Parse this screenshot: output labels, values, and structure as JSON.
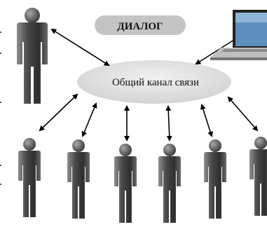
{
  "diagram": {
    "title": "ДИАЛОГ",
    "center_label": "Общий канал связи",
    "nodes": {
      "top_person": "person",
      "computer": "computer",
      "bottom_people_count": 6
    },
    "colors": {
      "title_pill": "#c8c8c8",
      "center_ellipse": "#e5e5e5",
      "person_dark": "#3a3a3a",
      "person_light": "#9a9a9a",
      "arrow": "#000000"
    }
  }
}
